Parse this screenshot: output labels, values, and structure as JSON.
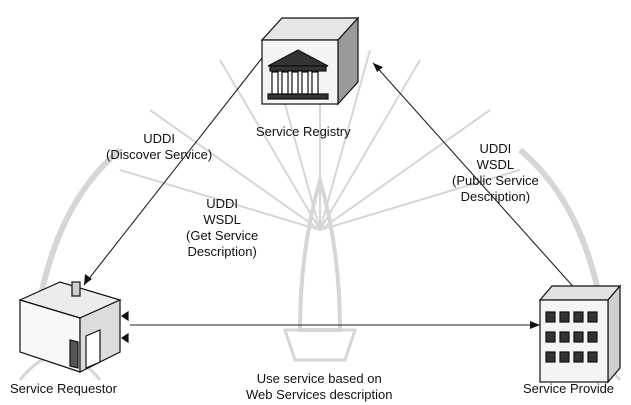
{
  "diagram": {
    "nodes": {
      "registry": {
        "label": "Service Registry"
      },
      "requestor": {
        "label": "Service Requestor"
      },
      "provider": {
        "label": "Service Provide"
      }
    },
    "edges": {
      "discover": {
        "lines": [
          "UDDI",
          "(Discover Service)"
        ]
      },
      "get_service": {
        "lines": [
          "UDDI",
          "WSDL",
          "(Get Service",
          "Description)"
        ]
      },
      "publish": {
        "lines": [
          "UDDI",
          "WSDL",
          "(Public Service",
          "Description)"
        ]
      },
      "use_service": {
        "lines": [
          "Use service based on",
          "Web Services description"
        ]
      }
    },
    "colors": {
      "line": "#222222",
      "watermark": "#c9c9c9",
      "fill_light": "#f2f2f2",
      "fill_dark": "#555555"
    }
  }
}
